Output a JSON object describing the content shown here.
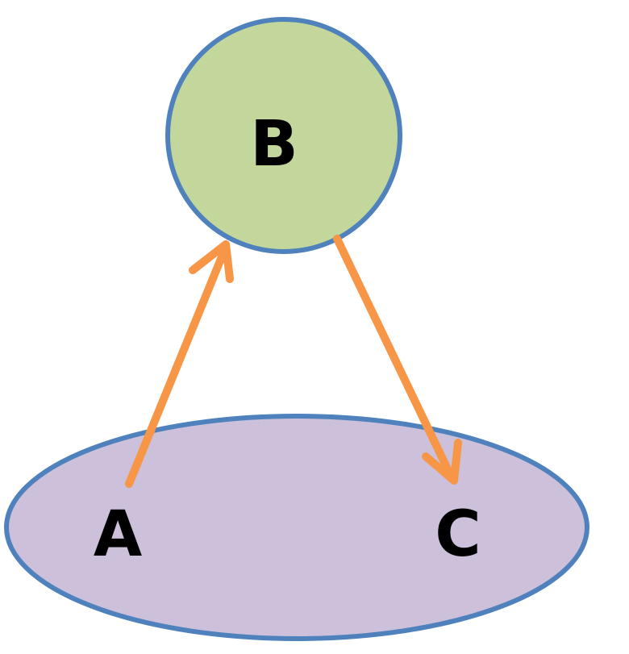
{
  "diagram": {
    "nodes": [
      {
        "id": "B",
        "label": "B",
        "shape": "circle",
        "fill": "#c3d69b",
        "stroke": "#4f81bd"
      },
      {
        "id": "ellipse",
        "label": "",
        "shape": "ellipse",
        "fill": "#ccc0da",
        "stroke": "#4f81bd"
      }
    ],
    "points": [
      {
        "id": "A",
        "label": "A"
      },
      {
        "id": "C",
        "label": "C"
      }
    ],
    "edges": [
      {
        "from": "A",
        "to": "B",
        "color": "#f79646"
      },
      {
        "from": "B",
        "to": "C",
        "color": "#f79646"
      }
    ]
  }
}
